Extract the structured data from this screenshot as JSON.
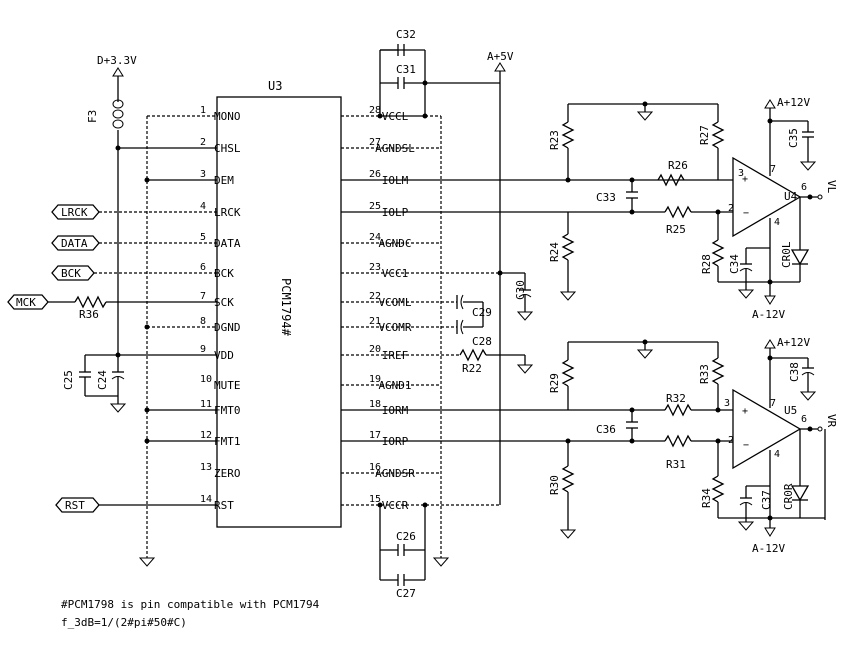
{
  "chip": {
    "ref": "U3",
    "part": "PCM1794#"
  },
  "left_pins": [
    {
      "num": "1",
      "name": "MONO"
    },
    {
      "num": "2",
      "name": "CHSL"
    },
    {
      "num": "3",
      "name": "DEM"
    },
    {
      "num": "4",
      "name": "LRCK"
    },
    {
      "num": "5",
      "name": "DATA"
    },
    {
      "num": "6",
      "name": "BCK"
    },
    {
      "num": "7",
      "name": "SCK"
    },
    {
      "num": "8",
      "name": "DGND"
    },
    {
      "num": "9",
      "name": "VDD"
    },
    {
      "num": "10",
      "name": "MUTE"
    },
    {
      "num": "11",
      "name": "FMT0"
    },
    {
      "num": "12",
      "name": "FMT1"
    },
    {
      "num": "13",
      "name": "ZERO"
    },
    {
      "num": "14",
      "name": "RST"
    }
  ],
  "right_pins": [
    {
      "num": "28",
      "name": "VCCL"
    },
    {
      "num": "27",
      "name": "AGNDSL"
    },
    {
      "num": "26",
      "name": "IOLM"
    },
    {
      "num": "25",
      "name": "IOLP"
    },
    {
      "num": "24",
      "name": "AGNDC"
    },
    {
      "num": "23",
      "name": "VCC1"
    },
    {
      "num": "22",
      "name": "VCOML"
    },
    {
      "num": "21",
      "name": "VCOMR"
    },
    {
      "num": "20",
      "name": "IREF"
    },
    {
      "num": "19",
      "name": "AGND1"
    },
    {
      "num": "18",
      "name": "IORM"
    },
    {
      "num": "17",
      "name": "IORP"
    },
    {
      "num": "16",
      "name": "AGNDSR"
    },
    {
      "num": "15",
      "name": "VCCR"
    }
  ],
  "inputs": {
    "lrck": "LRCK",
    "data": "DATA",
    "bck": "BCK",
    "mck": "MCK",
    "rst": "RST"
  },
  "rails": {
    "d33": "D+3.3V",
    "a5": "A+5V",
    "ap12_top": "A+12V",
    "am12_top": "A-12V",
    "ap12_bot": "A+12V",
    "am12_bot": "A-12V"
  },
  "parts": {
    "F3": "F3",
    "R36": "R36",
    "C25": "C25",
    "C24": "C24",
    "C32": "C32",
    "C31": "C31",
    "C30": "C30",
    "C29": "C29",
    "C28": "C28",
    "R22": "R22",
    "C26": "C26",
    "C27": "C27",
    "R23": "R23",
    "R27": "R27",
    "R26": "R26",
    "R25": "R25",
    "C33": "C33",
    "R24": "R24",
    "R28": "R28",
    "C34": "C34",
    "CR0L": "CR0L",
    "C35": "C35",
    "U4": "U4",
    "R29": "R29",
    "R33": "R33",
    "R32": "R32",
    "R31": "R31",
    "C36": "C36",
    "R30": "R30",
    "R34": "R34",
    "C37": "C37",
    "CR0R": "CR0R",
    "C38": "C38",
    "U5": "U5"
  },
  "opamp_pins": {
    "p3": "3",
    "p2": "2",
    "p6": "6",
    "p7": "7",
    "p4": "4",
    "plus": "+",
    "minus": "−"
  },
  "outputs": {
    "vl": "VL",
    "vr": "VR"
  },
  "notes": [
    "#PCM1798 is pin compatible with PCM1794",
    "f_3dB=1/(2#pi#50#C)"
  ]
}
